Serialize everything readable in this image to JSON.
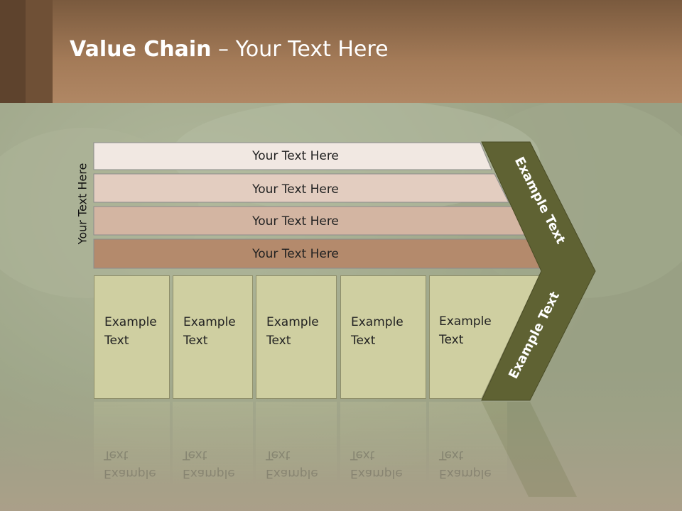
{
  "slide": {
    "title_bold": "Value Chain",
    "title_rest": " – Your Text Here",
    "side_label": "Your Text Here"
  },
  "rows": [
    {
      "label": "Your Text Here",
      "color": "#f1e8e2"
    },
    {
      "label": "Your Text Here",
      "color": "#e3cdc0"
    },
    {
      "label": "Your Text Here",
      "color": "#d3b5a2"
    },
    {
      "label": "Your Text Here",
      "color": "#b48a6c"
    }
  ],
  "cards": [
    {
      "line1": "Example",
      "line2": "Text"
    },
    {
      "line1": "Example",
      "line2": "Text"
    },
    {
      "line1": "Example",
      "line2": "Text"
    },
    {
      "line1": "Example",
      "line2": "Text"
    },
    {
      "line1": "Example",
      "line2": "Text"
    }
  ],
  "chevron": {
    "upper": "Example Text",
    "lower": "Example Text",
    "color": "#5f6233"
  }
}
